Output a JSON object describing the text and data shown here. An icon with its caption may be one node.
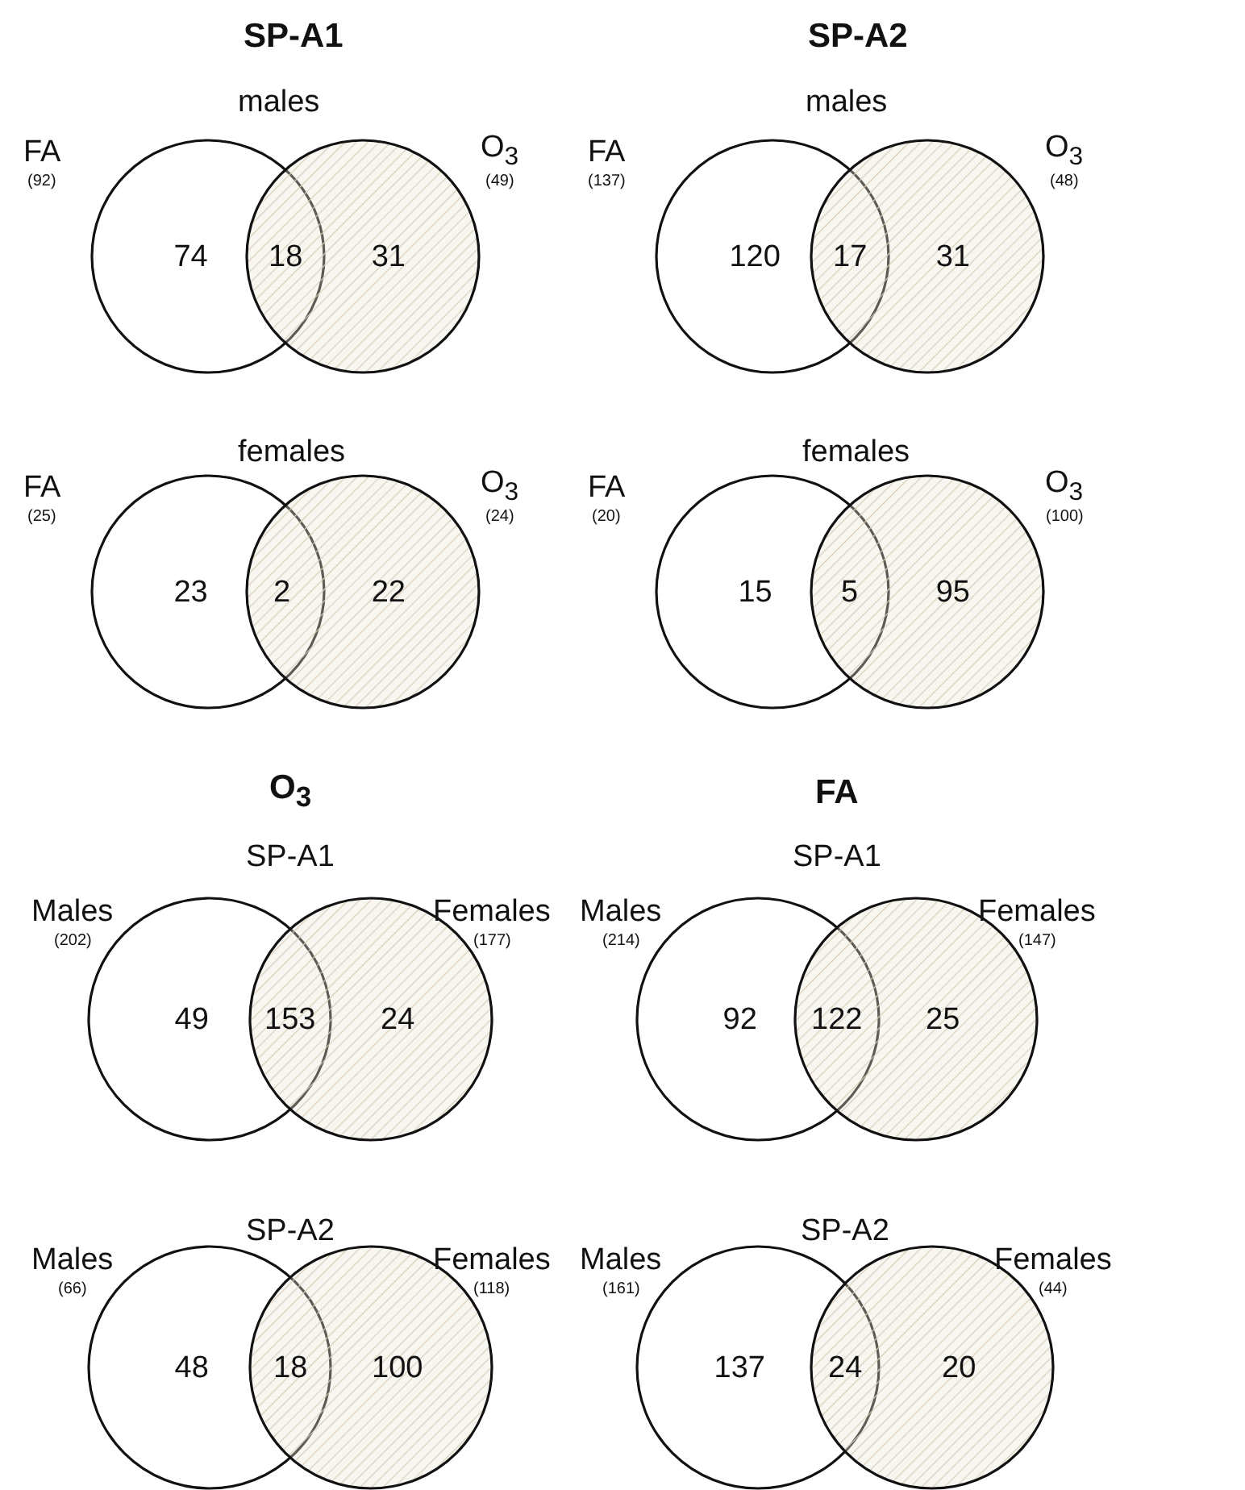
{
  "diagram": {
    "nodes": [
      {
        "text": [
          "FA",
          "(92)",
          "74"
        ]
      },
      {
        "text": [
          "O$_{3}$",
          "(49)",
          "31"
        ]
      },
      {
        "text": [
          "FA",
          "(137)",
          "120"
        ]
      },
      {
        "text": [
          "O$_{3}$",
          "(48)",
          "31"
        ]
      },
      {
        "text": [
          "FA",
          "(25)",
          "23"
        ]
      },
      {
        "text": [
          "O$_{3}$",
          "(24)",
          "22"
        ]
      },
      {
        "text": [
          "FA",
          "(20)",
          "15"
        ]
      },
      {
        "text": [
          "O$_{3}$",
          "(100)",
          "95"
        ]
      },
      {
        "text": [
          "Males",
          "(202)",
          "49"
        ]
      },
      {
        "text": [
          "Females",
          "(177)",
          "24"
        ]
      },
      {
        "text": [
          "Males",
          "(214)",
          "92"
        ]
      },
      {
        "text": [
          "Females",
          "(147)",
          "25"
        ]
      },
      {
        "text": [
          "Males",
          "(66)",
          "48"
        ]
      },
      {
        "text": [
          "Females",
          "(118)",
          "100"
        ]
      },
      {
        "text": [
          "Males",
          "(161)",
          "137"
        ]
      },
      {
        "text": [
          "Females",
          "(44)",
          "20"
        ]
      }
    ],
    "labels": [
      "SP-A1",
      "SP-A2",
      "males",
      "males",
      "18",
      "17",
      "females",
      "females",
      "2",
      "5",
      "O$_{3}$",
      "FA",
      "SP-A1",
      "SP-A1",
      "153",
      "122",
      "SP-A2",
      "SP-A2",
      "18",
      "24"
    ]
  }
}
